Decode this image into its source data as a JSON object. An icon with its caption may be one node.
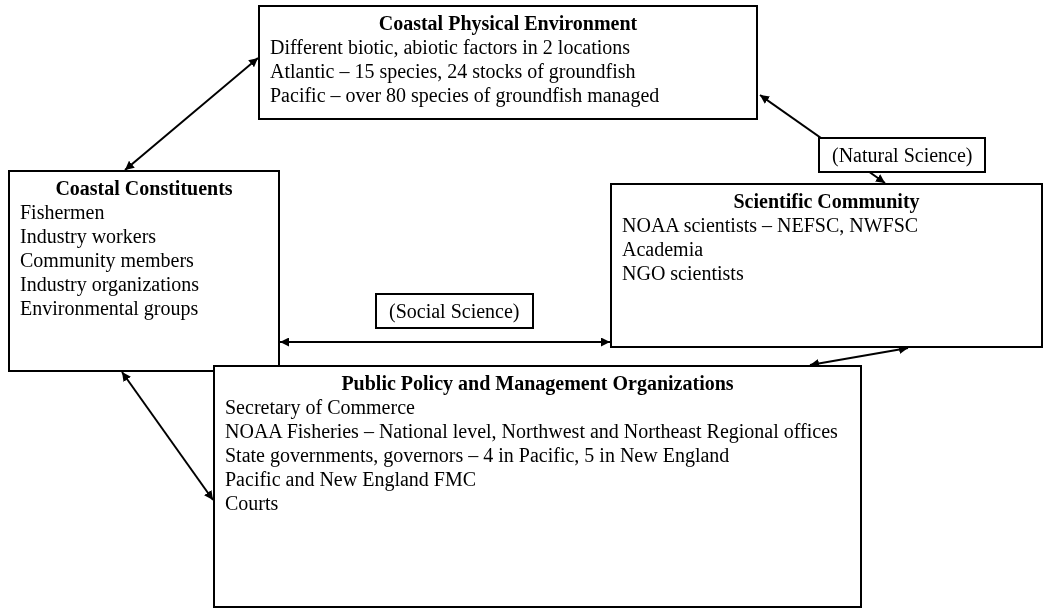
{
  "diagram": {
    "nodes": [
      {
        "text": [
          "Coastal Physical Environment",
          "Different biotic, abiotic factors in 2 locations",
          "Atlantic – 15 species, 24 stocks of groundfish",
          "Pacific – over 80 species of groundfish managed"
        ]
      },
      {
        "text": [
          "Coastal Constituents",
          "Fishermen",
          "Industry workers",
          "Community members",
          "Industry organizations",
          "Environmental groups"
        ]
      },
      {
        "text": [
          "Scientific Community",
          "NOAA scientists – NEFSC, NWFSC",
          "Academia",
          "NGO scientists"
        ]
      },
      {
        "text": [
          "Public Policy and Management Organizations",
          "Secretary of Commerce",
          "NOAA Fisheries – National level, Northwest and Northeast Regional offices",
          "State governments, governors – 4 in Pacific, 5 in New England",
          "Pacific and New England FMC",
          "Courts"
        ]
      }
    ],
    "edges": [
      {
        "from": 0,
        "to": 1,
        "arrow": "both"
      },
      {
        "from": 0,
        "to": 2,
        "arrow": "both",
        "label": "(Natural Science)"
      },
      {
        "from": 1,
        "to": 2,
        "arrow": "both",
        "label": "(Social Science)"
      },
      {
        "from": 2,
        "to": 3,
        "arrow": "both"
      },
      {
        "from": 1,
        "to": 3,
        "arrow": "both"
      }
    ]
  }
}
